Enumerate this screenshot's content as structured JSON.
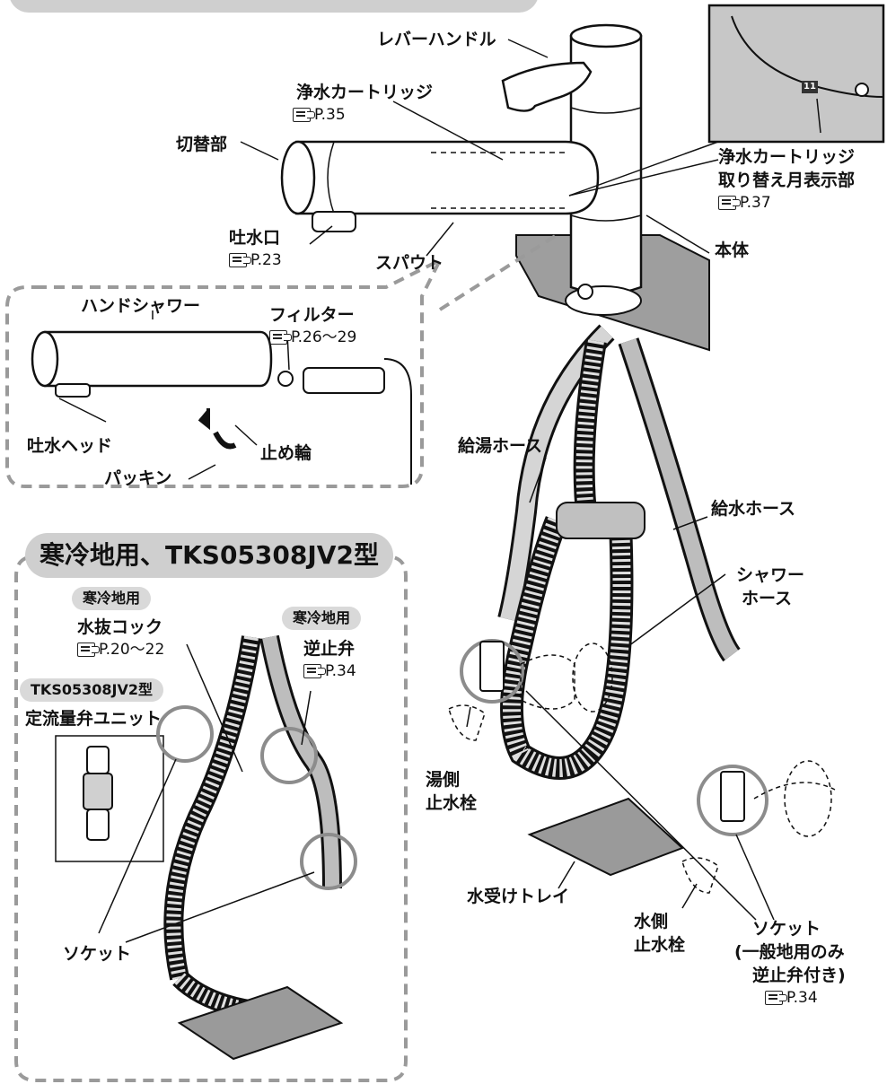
{
  "header": {
    "partial_title": "各部のなまえ・ハンドシャワー"
  },
  "labels": {
    "lever": "レバーハンドル",
    "cartridge": "浄水カートリッジ",
    "cartridge_ref": "P.35",
    "switch": "切替部",
    "outlet": "吐水口",
    "outlet_ref": "P.23",
    "spout": "スパウト",
    "body": "本体",
    "inset_line1": "浄水カートリッジ",
    "inset_line2": "取り替え月表示部",
    "inset_ref": "P.37",
    "inset_number": "11",
    "hand_shower": "ハンドシャワー",
    "filter": "フィルター",
    "filter_ref": "P.26〜29",
    "head": "吐水ヘッド",
    "ring": "止め輪",
    "packing": "パッキン",
    "hot_hose": "給湯ホース",
    "cold_hose": "給水ホース",
    "shower_hose_1": "シャワー",
    "shower_hose_2": "ホース",
    "hot_valve_1": "湯側",
    "hot_valve_2": "止水栓",
    "tray": "水受けトレイ",
    "cold_valve_1": "水側",
    "cold_valve_2": "止水栓",
    "socket_1": "ソケット",
    "socket_2": "(一般地用のみ",
    "socket_3": "逆止弁付き)",
    "socket_ref": "P.34"
  },
  "cold_region": {
    "title": "寒冷地用、TKS05308JV2型",
    "tag_drain": "寒冷地用",
    "drain": "水抜コック",
    "drain_ref": "P.20〜22",
    "tag_check": "寒冷地用",
    "check": "逆止弁",
    "check_ref": "P.34",
    "tag_model": "TKS05308JV2型",
    "unit": "定流量弁ユニット",
    "socket": "ソケット"
  },
  "colors": {
    "pill": "#d9d9d9",
    "hose": "#bdbdbd",
    "dash": "#9a9a9a",
    "ring": "#8c8c8c"
  }
}
